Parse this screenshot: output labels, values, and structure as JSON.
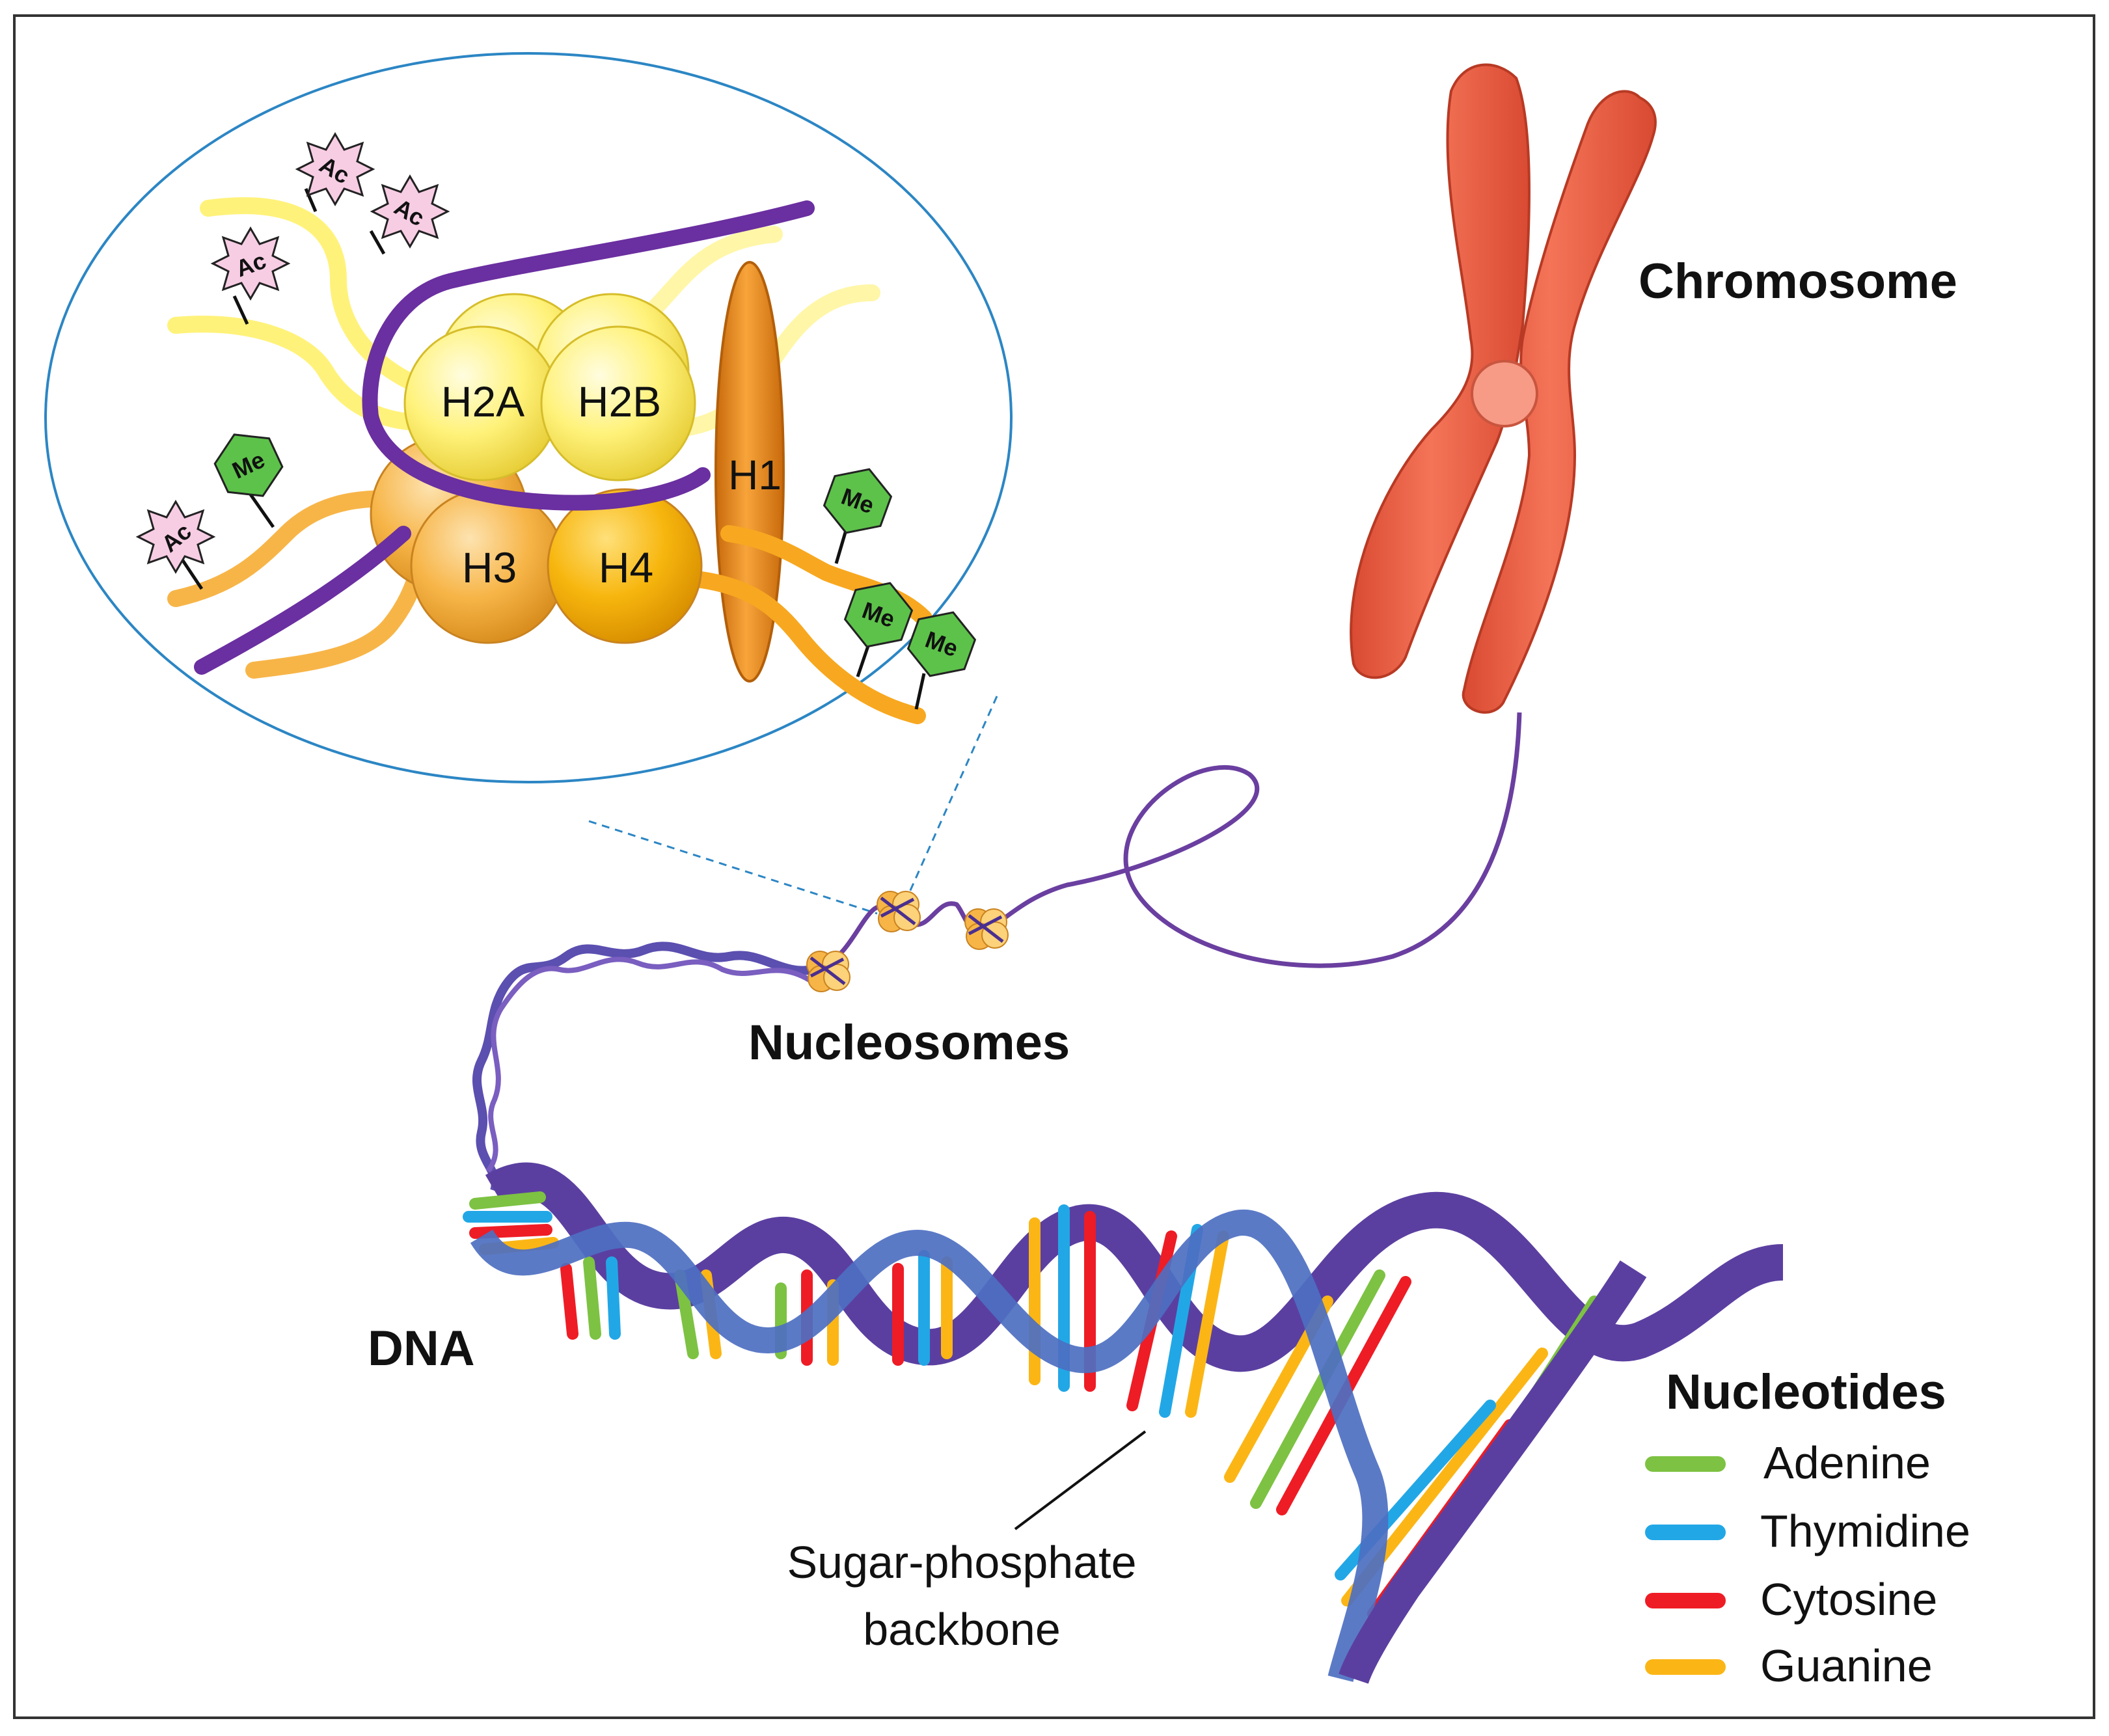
{
  "labels": {
    "chromosome": "Chromosome",
    "nucleosomes": "Nucleosomes",
    "dna": "DNA",
    "backbone_line1": "Sugar-phosphate",
    "backbone_line2": "backbone"
  },
  "histones": {
    "h2a": "H2A",
    "h2b": "H2B",
    "h3": "H3",
    "h4": "H4",
    "h1": "H1"
  },
  "modifications": {
    "acetyl": "Ac",
    "methyl": "Me"
  },
  "legend": {
    "title": "Nucleotides",
    "items": [
      {
        "label": "Adenine",
        "color": "#7dc242"
      },
      {
        "label": "Thymidine",
        "color": "#22a7e6"
      },
      {
        "label": "Cytosine",
        "color": "#ee1c25"
      },
      {
        "label": "Guanine",
        "color": "#fbb616"
      }
    ]
  },
  "colors": {
    "chromosome": "#f26b50",
    "centromere": "#f79a86",
    "dna_backbone": "#5b3fa0",
    "dna_front": "#4d6fc1",
    "fiber": "#6a3fa0",
    "histone_light": "#fff27a",
    "histone_dark": "#f7b548",
    "h1": "#f28c1f",
    "acetyl_fill": "#f7cde4",
    "methyl_fill": "#5dc24a",
    "frame": "#333333",
    "zoom_ellipse": "#2c86c4"
  }
}
